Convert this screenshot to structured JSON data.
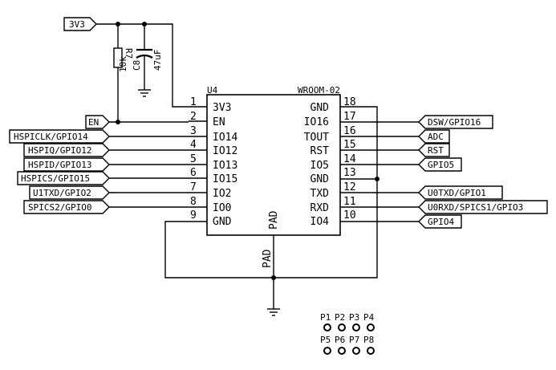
{
  "power": {
    "label": "3V3"
  },
  "resistor": {
    "ref": "R7",
    "value": "10k"
  },
  "capacitor": {
    "ref": "C8",
    "value": "47uF"
  },
  "module": {
    "ref": "U4",
    "type": "WROOM-02",
    "pad_label": "PAD"
  },
  "left_pins": [
    {
      "num": "1",
      "name": "3V3",
      "net": ""
    },
    {
      "num": "2",
      "name": "EN",
      "net": "EN"
    },
    {
      "num": "3",
      "name": "IO14",
      "net": "HSPICLK/GPIO14"
    },
    {
      "num": "4",
      "name": "IO12",
      "net": "HSPIQ/GPIO12"
    },
    {
      "num": "5",
      "name": "IO13",
      "net": "HSPID/GPIO13"
    },
    {
      "num": "6",
      "name": "IO15",
      "net": "HSPICS/GPIO15"
    },
    {
      "num": "7",
      "name": "IO2",
      "net": "U1TXD/GPIO2"
    },
    {
      "num": "8",
      "name": "IO0",
      "net": "SPICS2/GPIO0"
    },
    {
      "num": "9",
      "name": "GND",
      "net": ""
    }
  ],
  "right_pins": [
    {
      "num": "18",
      "name": "GND",
      "net": ""
    },
    {
      "num": "17",
      "name": "IO16",
      "net": "DSW/GPIO16"
    },
    {
      "num": "16",
      "name": "TOUT",
      "net": "ADC"
    },
    {
      "num": "15",
      "name": "RST",
      "net": "RST"
    },
    {
      "num": "14",
      "name": "IO5",
      "net": "GPIO5"
    },
    {
      "num": "13",
      "name": "GND",
      "net": ""
    },
    {
      "num": "12",
      "name": "TXD",
      "net": "U0TXD/GPIO1"
    },
    {
      "num": "11",
      "name": "RXD",
      "net": "U0RXD/SPICS1/GPIO3"
    },
    {
      "num": "10",
      "name": "IO4",
      "net": "GPIO4"
    }
  ],
  "pads": {
    "row1": [
      "P1",
      "P2",
      "P3",
      "P4"
    ],
    "row2": [
      "P5",
      "P6",
      "P7",
      "P8"
    ]
  }
}
